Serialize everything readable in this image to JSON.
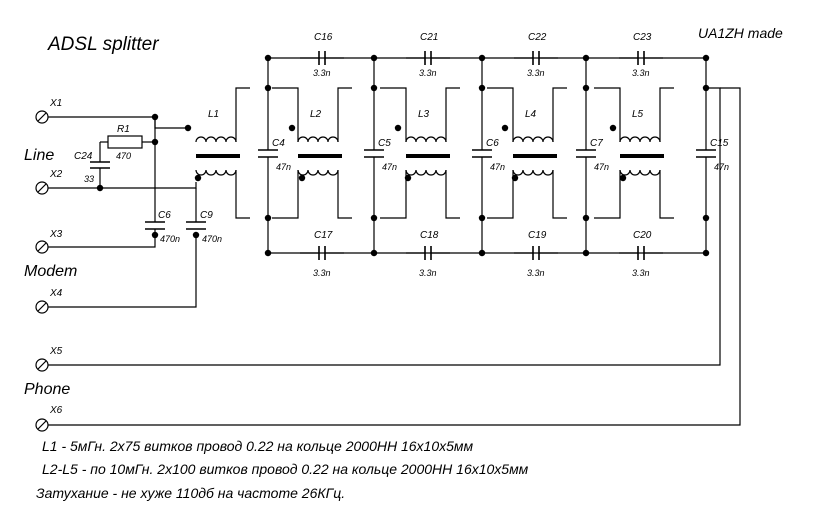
{
  "title": "ADSL splitter",
  "author": "UA1ZH made",
  "groups": {
    "line": "Line",
    "modem": "Modem",
    "phone": "Phone"
  },
  "terminals": [
    "X1",
    "X2",
    "X3",
    "X4",
    "X5",
    "X6"
  ],
  "resistor": {
    "ref": "R1",
    "value": "470"
  },
  "c24": {
    "ref": "C24",
    "value": "33"
  },
  "c6in": {
    "ref": "C6",
    "value": "470n"
  },
  "c9": {
    "ref": "C9",
    "value": "470n"
  },
  "inductors": [
    "L1",
    "L2",
    "L3",
    "L4",
    "L5"
  ],
  "shunt_caps": [
    {
      "ref": "C4",
      "value": "47n"
    },
    {
      "ref": "C5",
      "value": "47n"
    },
    {
      "ref": "C6",
      "value": "47n"
    },
    {
      "ref": "C7",
      "value": "47n"
    },
    {
      "ref": "C15",
      "value": "47n"
    }
  ],
  "top_caps": [
    {
      "ref": "C16",
      "value": "3.3n"
    },
    {
      "ref": "C21",
      "value": "3.3n"
    },
    {
      "ref": "C22",
      "value": "3.3n"
    },
    {
      "ref": "C23",
      "value": "3.3n"
    }
  ],
  "bottom_caps": [
    {
      "ref": "C17",
      "value": "3.3n"
    },
    {
      "ref": "C18",
      "value": "3.3n"
    },
    {
      "ref": "C19",
      "value": "3.3n"
    },
    {
      "ref": "C20",
      "value": "3.3n"
    }
  ],
  "notes": [
    "L1 -   5мГн. 2х75 витков провод 0.22 на кольце 2000НН 16х10х5мм",
    "L2-L5 - по 10мГн. 2х100 витков провод 0.22 на кольце 2000НН 16х10х5мм",
    "Затухание  - не хуже 110дб на частоте 26КГц."
  ]
}
